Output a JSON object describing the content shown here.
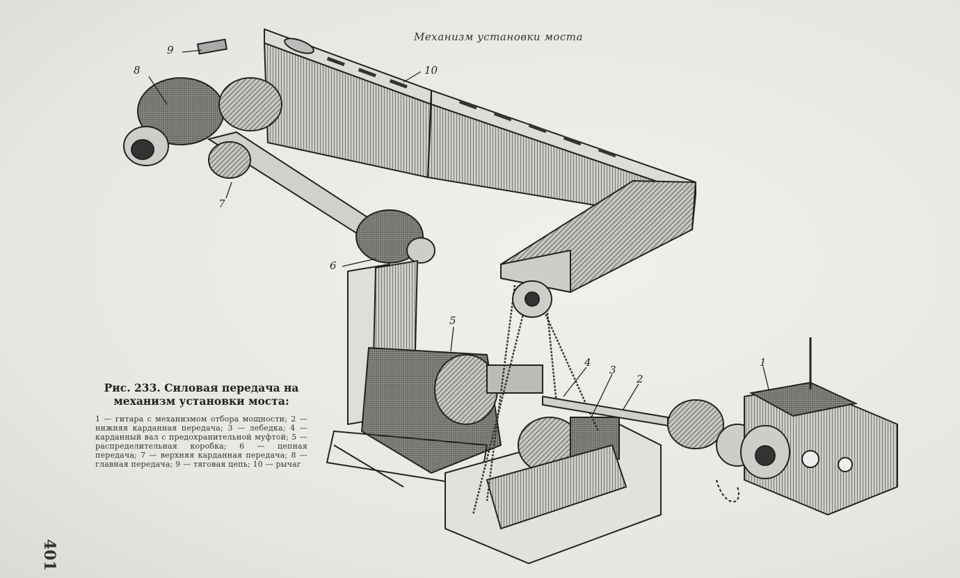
{
  "running_head": "Механизм установки моста",
  "page_number": "401",
  "caption": {
    "title": "Рис. 233. Силовая передача на механизм установки моста:",
    "legend": "1 — гитара с механизмом отбора мощности; 2 — нижняя карданная передача; 3 — лебедка; 4 — карданный вал с предохранительной муфтой; 5 — распределительная коробка; 6 — цепная передача; 7 — верхняя карданная передача; 8 — главная передача; 9 — тяговая цепь; 10 — рычаг"
  },
  "callouts": [
    "1",
    "2",
    "3",
    "4",
    "5",
    "6",
    "7",
    "8",
    "9",
    "10"
  ]
}
